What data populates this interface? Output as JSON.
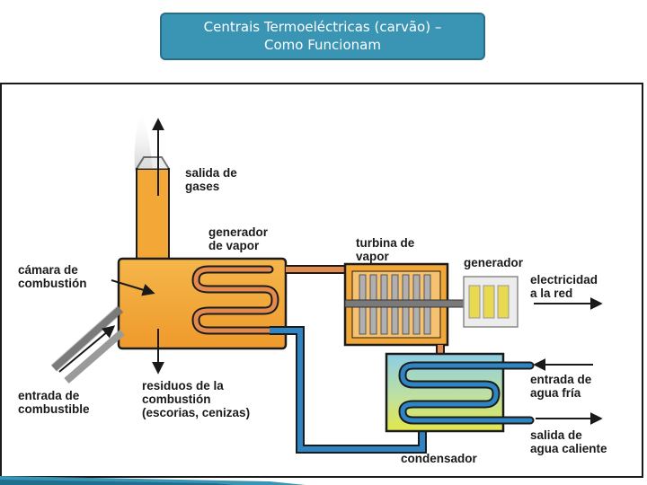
{
  "title": {
    "line1": "Centrais Termoeléctricas (carvão) –",
    "line2": "Como Funcionam"
  },
  "labels": {
    "salida_gases": [
      "salida de",
      "gases"
    ],
    "generador_vapor": [
      "generador",
      "de vapor"
    ],
    "camara_combustion": [
      "cámara de",
      "combustión"
    ],
    "turbina_vapor": [
      "turbina de",
      "vapor"
    ],
    "generador": [
      "generador"
    ],
    "electricidad": [
      "electricidad",
      "a la red"
    ],
    "entrada_combustible": [
      "entrada de",
      "combustible"
    ],
    "residuos": [
      "residuos de la",
      "combustión",
      "(escorias, cenizas)"
    ],
    "entrada_agua_fria": [
      "entrada de",
      "agua fría"
    ],
    "salida_agua_caliente": [
      "salida de",
      "agua caliente"
    ],
    "condensador": [
      "condensador"
    ]
  },
  "colors": {
    "title_bg": "#3a95b5",
    "boiler": "#f2a736",
    "steam_pipe": "#e48a4d",
    "water_pipe": "#2f85c4",
    "pipe_outline": "#1b1b1b",
    "condenser_top": "#8bcde4",
    "condenser_bottom": "#e2e84a"
  }
}
